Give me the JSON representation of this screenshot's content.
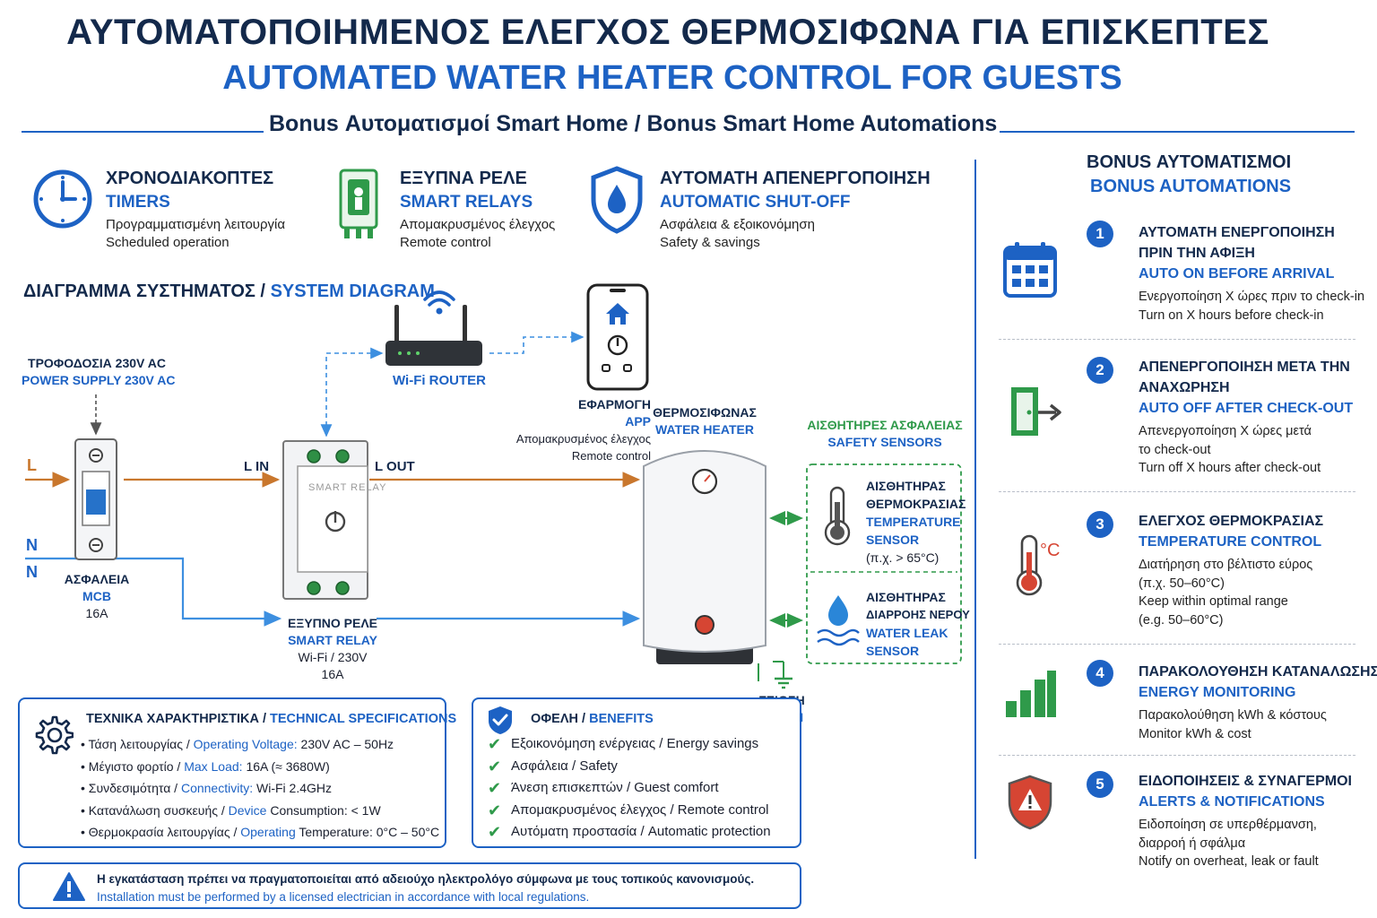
{
  "header": {
    "title_gr": "ΑΥΤΟΜΑΤΟΠΟΙΗΜΕΝΟΣ ΕΛΕΓΧΟΣ ΘΕΡΜΟΣΙΦΩΝΑ ΓΙΑ ΕΠΙΣΚΕΠΤΕΣ",
    "title_en": "AUTOMATED WATER HEATER CONTROL FOR GUESTS",
    "subtitle": "Bonus Αυτοματισμοί Smart Home / Bonus Smart Home Automations"
  },
  "features": [
    {
      "icon": "clock-icon",
      "title_gr": "ΧΡΟΝΟΔΙΑΚΟΠΤΕΣ",
      "title_en": "TIMERS",
      "desc_gr": "Προγραμματισμένη λειτουργία",
      "desc_en": "Scheduled operation"
    },
    {
      "icon": "relay-icon",
      "title_gr": "ΕΞΥΠΝΑ ΡΕΛΕ",
      "title_en": "SMART RELAYS",
      "desc_gr": "Απομακρυσμένος έλεγχος",
      "desc_en": "Remote control"
    },
    {
      "icon": "shield-water-icon",
      "title_gr": "ΑΥΤΟΜΑΤΗ ΑΠΕΝΕΡΓΟΠΟΙΗΣΗ",
      "title_en": "AUTOMATIC SHUT-OFF",
      "desc_gr": "Ασφάλεια & εξοικονόμηση",
      "desc_en": "Safety & savings"
    }
  ],
  "diagram": {
    "heading_gr": "ΔΙΑΓΡΑΜΜΑ ΣΥΣΤΗΜΑΤΟΣ /",
    "heading_en": "SYSTEM DIAGRAM",
    "power_gr": "ΤΡΟΦΟΔΟΣΙΑ 230V AC",
    "power_en": "POWER SUPPLY 230V AC",
    "line_l": "L",
    "line_n1": "N",
    "line_n2": "N",
    "mcb_gr": "ΑΣΦΑΛΕΙΑ",
    "mcb_en": "MCB",
    "mcb_rating": "16A",
    "l_in": "L IN",
    "l_out": "L OUT",
    "relay_gr": "ΕΞΥΠΝΟ ΡΕΛΕ",
    "relay_en": "SMART RELAY",
    "relay_spec": "Wi-Fi / 230V",
    "relay_rating": "16A",
    "router": "Wi-Fi ROUTER",
    "app_gr": "ΕΦΑΡΜΟΓΗ",
    "app_en": "APP",
    "app_desc_gr": "Απομακρυσμένος έλεγχος",
    "app_desc_en": "Remote control",
    "heater_gr": "ΘΕΡΜΟΣΙΦΩΝΑΣ",
    "heater_en": "WATER HEATER",
    "sensors_gr": "ΑΙΣΘΗΤΗΡΕΣ ΑΣΦΑΛΕΙΑΣ",
    "sensors_en": "SAFETY SENSORS",
    "temp_sensor_gr1": "ΑΙΣΘΗΤΗΡΑΣ",
    "temp_sensor_gr2": "ΘΕΡΜΟΚΡΑΣΙΑΣ",
    "temp_sensor_en1": "TEMPERATURE",
    "temp_sensor_en2": "SENSOR",
    "temp_sensor_note": "(π.χ. > 65°C)",
    "leak_sensor_gr1": "ΑΙΣΘΗΤΗΡΑΣ",
    "leak_sensor_gr2": "ΔΙΑΡΡΟΗΣ ΝΕΡΟΥ",
    "leak_sensor_en1": "WATER LEAK",
    "leak_sensor_en2": "SENSOR",
    "earth_gr": "ΓΕΙΩΣΗ",
    "earth_en": "EARTH",
    "relay_face_text": "SMART RELAY"
  },
  "specs": {
    "title_gr": "ΤΕΧΝΙΚΑ ΧΑΡΑΚΤΗΡΙΣΤΙΚΑ /",
    "title_en": "TECHNICAL SPECIFICATIONS",
    "rows": [
      {
        "gr": "• Τάση λειτουργίας / ",
        "en": "Operating Voltage:",
        "val": " 230V AC – 50Hz"
      },
      {
        "gr": "• Μέγιστο φορτίο / ",
        "en": "Max Load:",
        "val": " 16A (≈ 3680W)"
      },
      {
        "gr": "• Συνδεσιμότητα / ",
        "en": "Connectivity:",
        "val": " Wi-Fi 2.4GHz"
      },
      {
        "gr": "• Κατανάλωση συσκευής / ",
        "en": "Device",
        "val": " Consumption: < 1W"
      },
      {
        "gr": "• Θερμοκρασία λειτουργίας / ",
        "en": "Operating",
        "val": " Temperature: 0°C – 50°C"
      }
    ]
  },
  "benefits": {
    "title_gr": "ΟΦΕΛΗ /",
    "title_en": "BENEFITS",
    "items": [
      "Εξοικονόμηση ενέργειας / Energy savings",
      "Ασφάλεια / Safety",
      "Άνεση επισκεπτών / Guest comfort",
      "Απομακρυσμένος έλεγχος / Remote control",
      "Αυτόματη προστασία / Automatic protection"
    ]
  },
  "warning": {
    "gr": "Η εγκατάσταση πρέπει να πραγματοποιείται από αδειούχο ηλεκτρολόγο σύμφωνα με τους τοπικούς κανονισμούς.",
    "en": "Installation must be performed by a licensed electrician in accordance with local regulations."
  },
  "sidebar": {
    "title_gr": "BONUS ΑΥΤΟΜΑΤΙΣΜΟΙ",
    "title_en": "BONUS AUTOMATIONS",
    "items": [
      {
        "num": "1",
        "icon": "calendar-icon",
        "gr": [
          "ΑΥΤΟΜΑΤΗ ΕΝΕΡΓΟΠΟΙΗΣΗ",
          "ΠΡΙΝ ΤΗΝ ΑΦΙΞΗ"
        ],
        "en": "AUTO ON BEFORE ARRIVAL",
        "desc": [
          "Ενεργοποίηση Χ ώρες πριν το check-in",
          "Turn on X hours before check-in"
        ]
      },
      {
        "num": "2",
        "icon": "exit-door-icon",
        "gr": [
          "ΑΠΕΝΕΡΓΟΠΟΙΗΣΗ ΜΕΤΑ ΤΗΝ",
          "ΑΝΑΧΩΡΗΣΗ"
        ],
        "en": "AUTO OFF AFTER CHECK-OUT",
        "desc": [
          "Απενεργοποίηση Χ ώρες μετά",
          "το check-out",
          "Turn off X hours after check-out"
        ]
      },
      {
        "num": "3",
        "icon": "thermometer-icon",
        "gr": [
          "ΕΛΕΓΧΟΣ ΘΕΡΜΟΚΡΑΣΙΑΣ"
        ],
        "en": "TEMPERATURE CONTROL",
        "desc": [
          "Διατήρηση στο βέλτιστο εύρος",
          "(π.χ. 50–60°C)",
          "Keep within optimal range",
          "(e.g. 50–60°C)"
        ]
      },
      {
        "num": "4",
        "icon": "bar-chart-icon",
        "gr": [
          "ΠΑΡΑΚΟΛΟΥΘΗΣΗ ΚΑΤΑΝΑΛΩΣΗΣ"
        ],
        "en": "ENERGY MONITORING",
        "desc": [
          "Παρακολούθηση kWh & κόστους",
          "Monitor kWh & cost"
        ]
      },
      {
        "num": "5",
        "icon": "alert-shield-icon",
        "gr": [
          "ΕΙΔΟΠΟΙΗΣΕΙΣ & ΣΥΝΑΓΕΡΜΟΙ"
        ],
        "en": "ALERTS & NOTIFICATIONS",
        "desc": [
          "Ειδοποίηση σε υπερθέρμανση,",
          "διαρροή ή σφάλμα",
          "Notify on overheat, leak or fault"
        ]
      }
    ]
  },
  "colors": {
    "navy": "#13294b",
    "blue": "#1d62c4",
    "green": "#2f9a4a",
    "live": "#c9772d",
    "neutral": "#3d8fe0",
    "red": "#d64533"
  }
}
